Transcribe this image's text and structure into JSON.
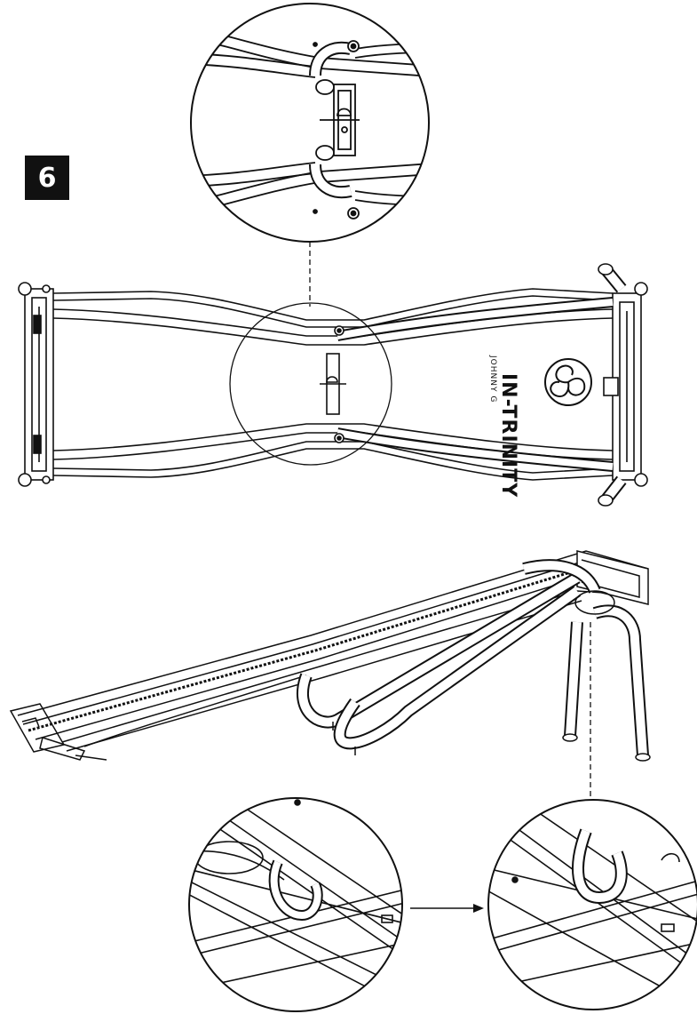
{
  "step": {
    "number": "6"
  },
  "logo": {
    "brand": "IN-TRINITY",
    "sub": "JOHNNY G"
  },
  "icons": [
    "spiral-logo-icon",
    "arrow-right-icon"
  ]
}
